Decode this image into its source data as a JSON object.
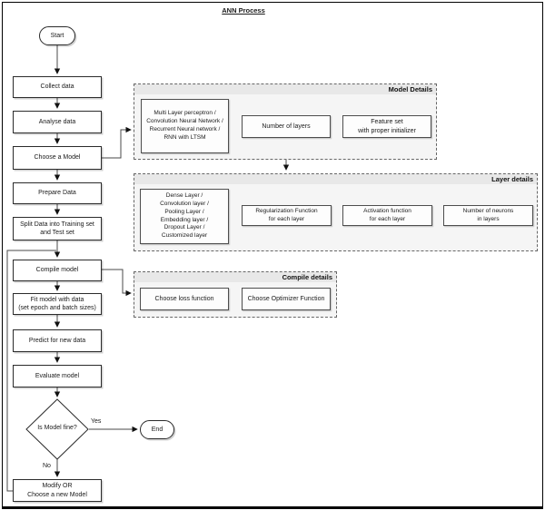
{
  "title": "ANN Process",
  "flow": {
    "start": "Start",
    "collect_data": "Collect data",
    "analyse_data": "Analyse data",
    "choose_model": "Choose a Model",
    "prepare_data": "Prepare Data",
    "split_data": "Split Data into Training set\nand Test set",
    "compile_model": "Compile model",
    "fit_model": "Fit model with data\n(set epoch and batch sizes)",
    "predict": "Predict for new data",
    "evaluate": "Evaluate model",
    "decision": "Is Model fine?",
    "yes_label": "Yes",
    "no_label": "No",
    "end": "End",
    "modify": "Modify OR\nChoose a new Model"
  },
  "sections": {
    "model_details": {
      "title": "Model Details",
      "model_types": "Multi Layer perceptron /\nConvolution Neural Network /\nRecurrent Neural network /\nRNN with LTSM",
      "num_layers": "Number of layers",
      "feature_set": "Feature set\nwith proper initializer"
    },
    "layer_details": {
      "title": "Layer details",
      "layer_types": "Dense Layer /\nConvolution layer /\nPooling Layer /\nEmbedding layer /\nDropout Layer /\nCustomized layer",
      "regularization": "Regularization Function\nfor each layer",
      "activation": "Activation function\nfor each layer",
      "neurons": "Number of neurons\nin layers"
    },
    "compile_details": {
      "title": "Compile details",
      "loss": "Choose loss function",
      "optimizer": "Choose Optimizer Function"
    }
  },
  "colors": {
    "line": "#4a4a4a",
    "arrowhead": "#111111",
    "container_fill": "#f5f5f5",
    "container_header": "#e8e8e8",
    "node_fill": "#ffffff",
    "node_border": "#2b2b2b"
  }
}
